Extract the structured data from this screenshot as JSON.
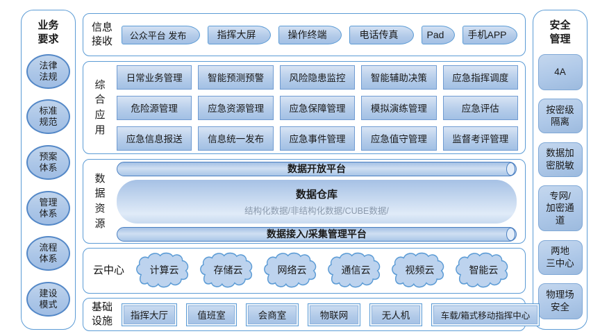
{
  "colors": {
    "accent": "#5b9bd5",
    "panel_border": "#5b9bd5",
    "box_border": "#6f9bd2",
    "box_fill_top": "#d8e4f4",
    "box_fill_bottom": "#a2c0e4",
    "cylinder_border": "#4a7fc1",
    "warehouse_subtitle_text": "#8a99ac",
    "text": "#1a1a1a"
  },
  "left_sidebar": {
    "title": "业务\n要求",
    "items": [
      "法律\n法规",
      "标准\n规范",
      "预案\n体系",
      "管理\n体系",
      "流程\n体系",
      "建设\n模式"
    ]
  },
  "right_sidebar": {
    "title": "安全\n管理",
    "items": [
      "4A",
      "按密级\n隔离",
      "数据加\n密脱敏",
      "专网/\n加密通\n道",
      "两地\n三中心",
      "物理场\n安全"
    ]
  },
  "info_row": {
    "label": "信息\n接收",
    "items": [
      "公众平台 发布",
      "指挥大屏",
      "操作终端",
      "电话传真",
      "Pad",
      "手机APP"
    ]
  },
  "apps_row": {
    "label": "综\n合\n应\n用",
    "cells": [
      "日常业务管理",
      "智能预测预警",
      "风险隐患监控",
      "智能辅助决策",
      "应急指挥调度",
      "危险源管理",
      "应急资源管理",
      "应急保障管理",
      "模拟演练管理",
      "应急评估",
      "应急信息报送",
      "信息统一发布",
      "应急事件管理",
      "应急值守管理",
      "监督考评管理"
    ]
  },
  "data_row": {
    "label": "数\n据\n资\n源",
    "open_platform": "数据开放平台",
    "warehouse_title": "数据仓库",
    "warehouse_subtitle": "结构化数据/非结构化数据/CUBE数据/",
    "ingest_platform": "数据接入/采集管理平台"
  },
  "cloud_row": {
    "label": "云中心",
    "items": [
      "计算云",
      "存储云",
      "网络云",
      "通信云",
      "视频云",
      "智能云"
    ]
  },
  "infra_row": {
    "label": "基础\n设施",
    "items": [
      "指挥大厅",
      "值班室",
      "会商室",
      "物联网",
      "无人机",
      "车载/箱式移动指挥中心"
    ]
  }
}
